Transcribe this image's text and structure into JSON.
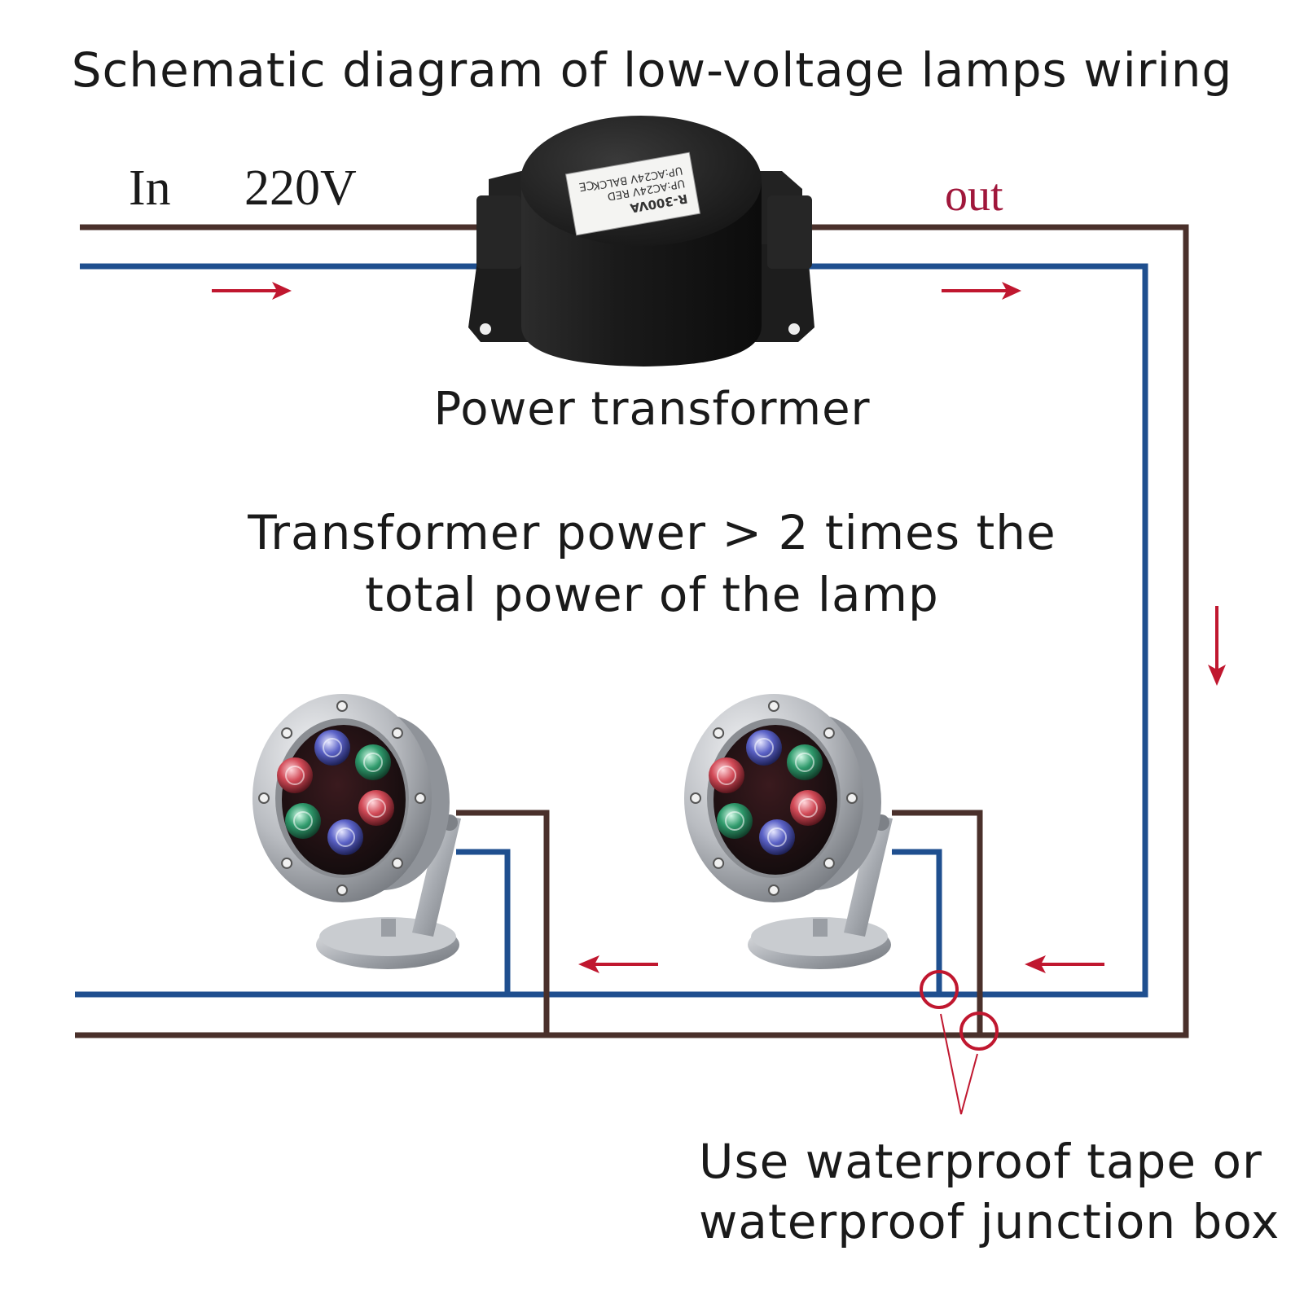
{
  "title": "Schematic diagram of low-voltage lamps wiring",
  "input": {
    "label": "In",
    "voltage": "220V"
  },
  "output": {
    "label": "out"
  },
  "transformer": {
    "caption": "Power transformer",
    "nameplate": [
      "R-300VA",
      "UP:AC24V RED",
      "UP:AC24V BALCK",
      "CE"
    ]
  },
  "power_note": [
    "Transformer power > 2 times the",
    "total power of the lamp"
  ],
  "junction_note": [
    "Use waterproof tape or",
    "waterproof junction box"
  ],
  "colors": {
    "live_wire": "#4a302b",
    "neutral_wire": "#1f4f8f",
    "arrow": "#c0172f",
    "out_text": "#a0173b",
    "led_red": "#d24a57",
    "led_green": "#2f9a6c",
    "led_blue": "#5b62c7",
    "steel": "#b9bcc1"
  },
  "lamps": [
    {
      "leds": [
        "blue",
        "green",
        "red",
        "red",
        "green",
        "blue"
      ]
    },
    {
      "leds": [
        "blue",
        "green",
        "red",
        "red",
        "green",
        "blue"
      ]
    }
  ],
  "icons": {
    "flow_arrows": "arrow-icon",
    "junctions": "junction-circle-icon",
    "transformer": "transformer-icon",
    "lamp": "underwater-lamp-icon"
  }
}
